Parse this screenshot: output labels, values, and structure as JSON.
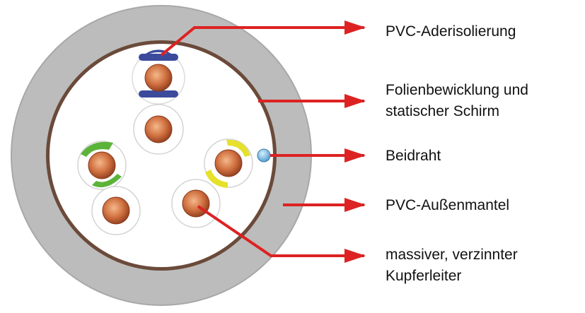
{
  "colors": {
    "jacket": "#bcbcbc",
    "shield": "#222222",
    "arrow": "#dd2222",
    "copper": "#c8643a",
    "blue_pair": "#3c4a9c",
    "green_pair": "#5cb33a",
    "yellow_pair": "#e6e12a",
    "drain_wire": "#78bce6"
  },
  "labels": {
    "insulation": "PVC-Aderisolierung",
    "foil_line1": "Folienbewicklung und",
    "foil_line2": "statischer Schirm",
    "drain": "Beidraht",
    "jacket": "PVC-Außenmantel",
    "conductor_line1": "massiver, verzinnter",
    "conductor_line2": "Kupferleiter"
  }
}
